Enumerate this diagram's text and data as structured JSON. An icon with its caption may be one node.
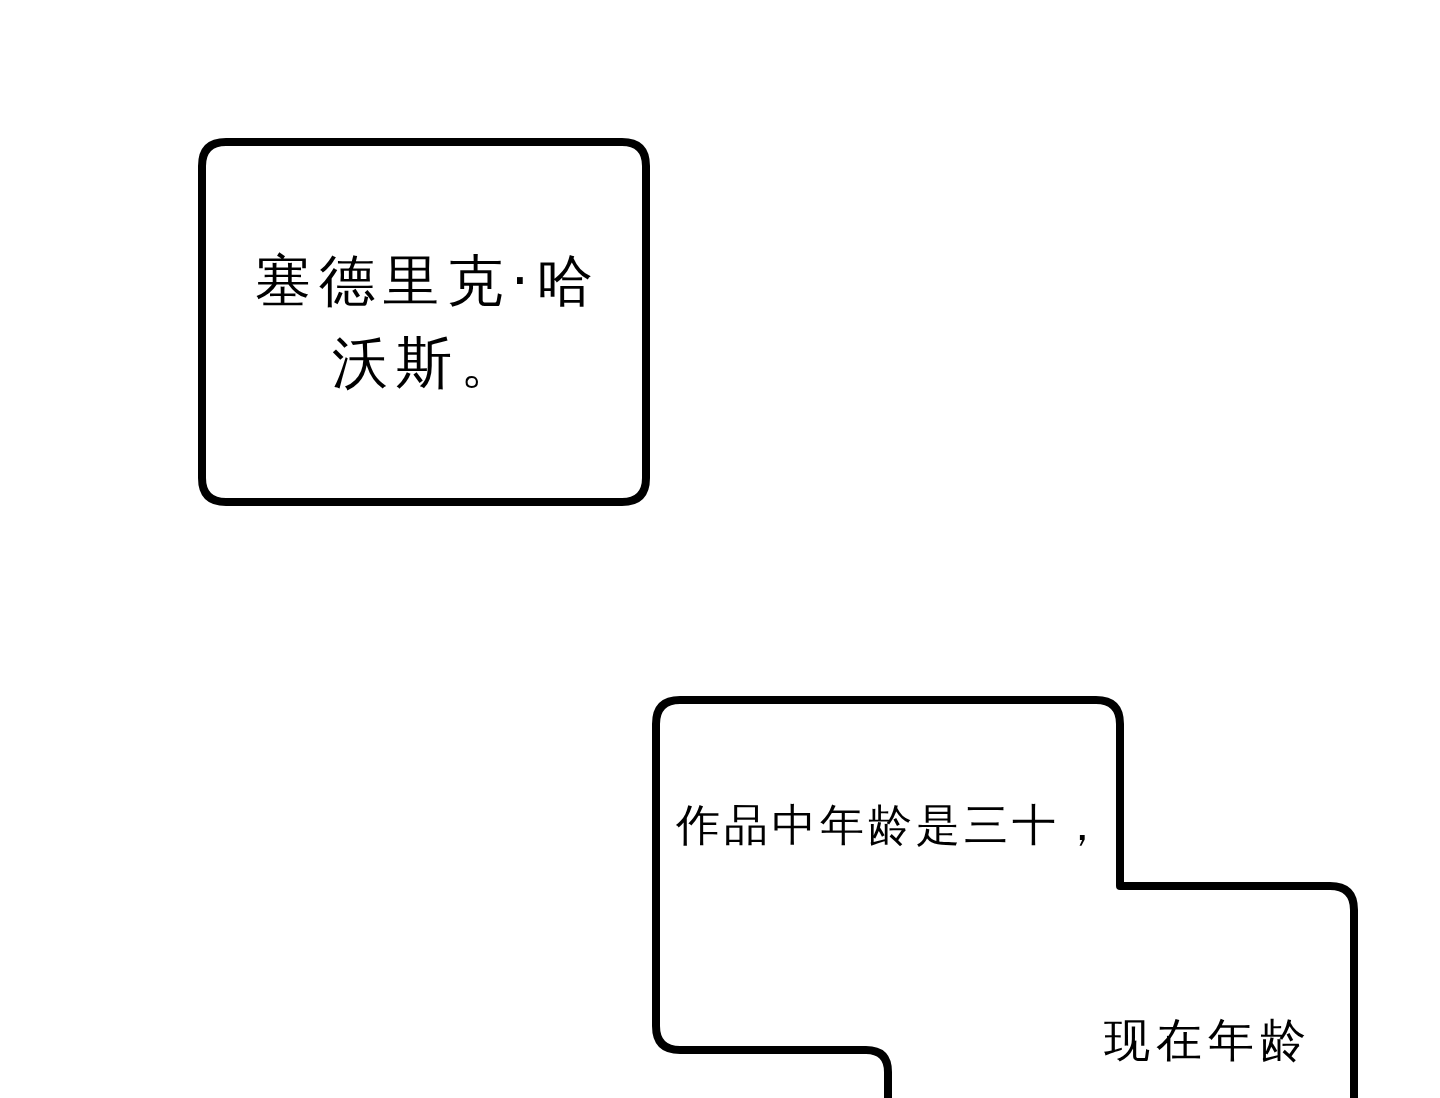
{
  "diagram": {
    "nodes": [
      {
        "text": [
          "塞德里克·哈沃斯。"
        ]
      },
      {
        "text": [
          "作品中年龄是三十，",
          "现在年龄"
        ]
      }
    ]
  }
}
